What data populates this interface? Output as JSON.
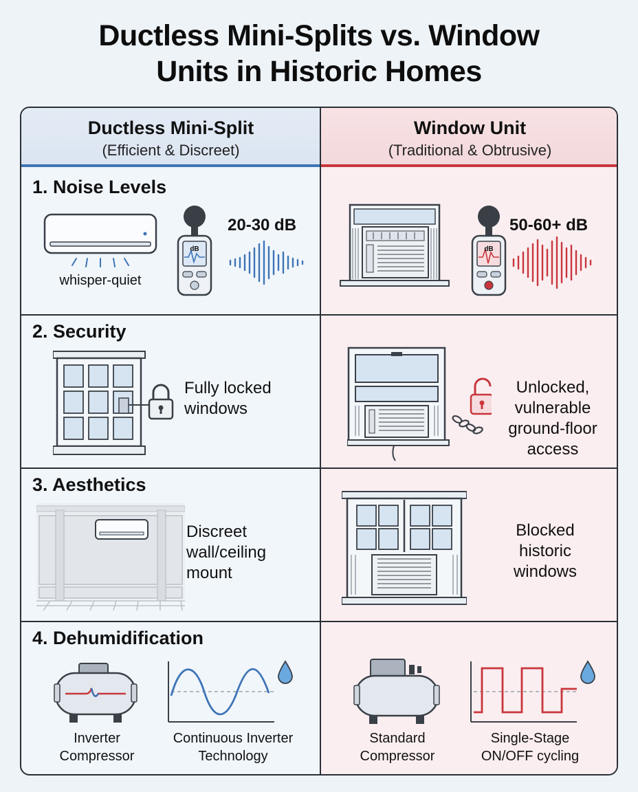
{
  "title": {
    "line1": "Ductless Mini-Splits vs. Window",
    "line2": "Units in Historic Homes"
  },
  "columns": {
    "left": {
      "name": "Ductless Mini-Split",
      "subtitle": "(Efficient & Discreet)",
      "accent": "#3d74b6"
    },
    "right": {
      "name": "Window Unit",
      "subtitle": "(Traditional & Obtrusive)",
      "accent": "#c8363c"
    }
  },
  "sections": {
    "noise": {
      "title": "1. Noise Levels",
      "left_db": "20-30 dB",
      "left_caption": "whisper-quiet",
      "meter_label": "dB",
      "right_db": "50-60+ dB"
    },
    "security": {
      "title": "2. Security",
      "left_line1": "Fully locked",
      "left_line2": "windows",
      "right_line1": "Unlocked,",
      "right_line2": "vulnerable",
      "right_line3": "ground-floor",
      "right_line4": "access"
    },
    "aesthetics": {
      "title": "3. Aesthetics",
      "left_line1": "Discreet",
      "left_line2": "wall/ceiling",
      "left_line3": "mount",
      "right_line1": "Blocked",
      "right_line2": "historic",
      "right_line3": "windows"
    },
    "dehumidification": {
      "title": "4. Dehumidification",
      "left_comp_line1": "Inverter",
      "left_comp_line2": "Compressor",
      "left_chart_line1": "Continuous Inverter",
      "left_chart_line2": "Technology",
      "right_comp_line1": "Standard",
      "right_comp_line2": "Compressor",
      "right_chart_line1": "Single-Stage",
      "right_chart_line2": "ON/OFF cycling"
    }
  }
}
